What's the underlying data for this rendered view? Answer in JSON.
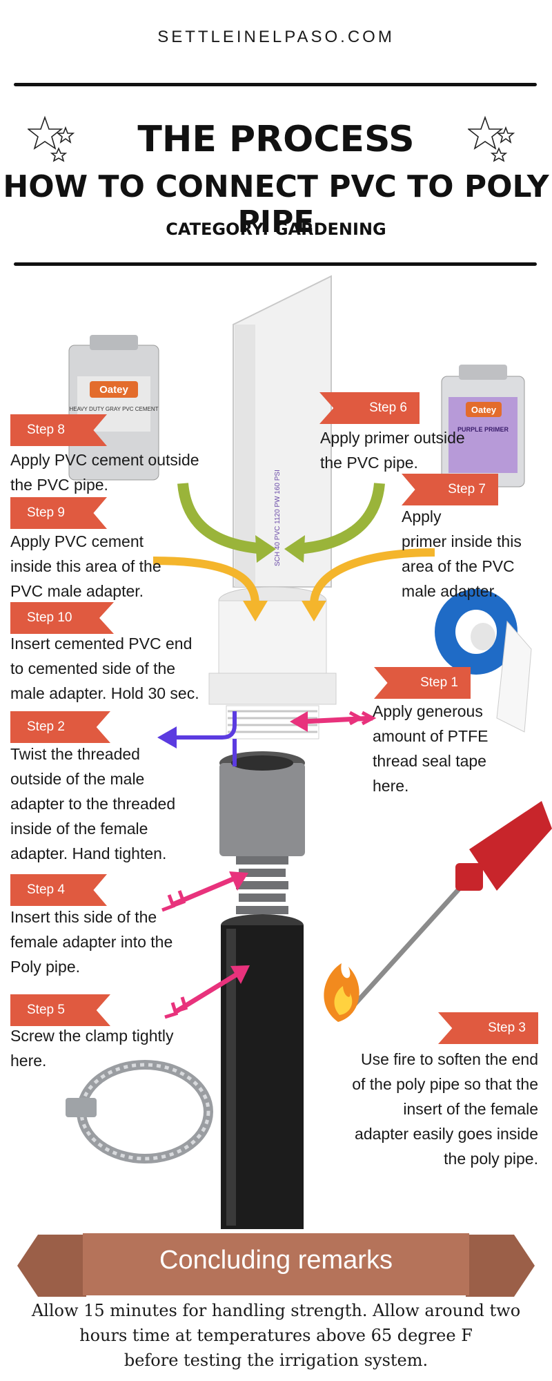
{
  "header": {
    "site": "SETTLEINELPASO.COM",
    "title_line1": "THE PROCESS",
    "title_line2": "HOW TO CONNECT PVC TO POLY PIPE",
    "category": "CATEGORY: GARDENING"
  },
  "products": {
    "cement_can_brand": "Oatey",
    "cement_can_label": "HEAVY DUTY GRAY PVC CEMENT",
    "primer_can_brand": "Oatey",
    "primer_can_label": "PURPLE PRIMER",
    "pipe_print": "SCH 40 PVC 1120 PW 160 PSI"
  },
  "steps": [
    {
      "label": "Step 8",
      "text": [
        "Apply PVC cement outside",
        "the PVC pipe."
      ]
    },
    {
      "label": "Step 6",
      "text": [
        "Apply primer outside",
        "the PVC pipe."
      ]
    },
    {
      "label": "Step 9",
      "text": [
        "Apply PVC cement",
        "inside this area of the",
        "PVC male adapter."
      ]
    },
    {
      "label": "Step 7",
      "text": [
        "Apply",
        "primer inside this",
        "area of the PVC",
        "male adapter."
      ]
    },
    {
      "label": "Step 10",
      "text": [
        "Insert cemented PVC end",
        "to cemented side of the",
        "male adapter. Hold 30 sec."
      ]
    },
    {
      "label": "Step 1",
      "text": [
        "Apply generous",
        "amount of PTFE",
        "thread seal tape",
        "here."
      ]
    },
    {
      "label": "Step 2",
      "text": [
        "Twist the threaded",
        "outside of the male",
        "adapter to the threaded",
        "inside of the female",
        "adapter. Hand tighten."
      ]
    },
    {
      "label": "Step 4",
      "text": [
        "Insert this side of the",
        "female adapter into the",
        "Poly pipe."
      ]
    },
    {
      "label": "Step 5",
      "text": [
        "Screw the clamp tightly",
        "here."
      ]
    },
    {
      "label": "Step 3",
      "text": [
        "Use fire to soften the end",
        "of the poly pipe so that the",
        "insert of the female",
        "adapter easily goes inside",
        "the poly pipe."
      ]
    }
  ],
  "conclusion": {
    "title": "Concluding remarks",
    "lines": [
      "Allow 15 minutes for handling strength. Allow around two",
      "hours time at temperatures above 65 degree F",
      "before  testing the irrigation system."
    ]
  },
  "colors": {
    "step_badge": "#e05a40",
    "banner": "#b5735a",
    "arrow_green": "#9ab43a",
    "arrow_yellow": "#f4b52c",
    "arrow_pink": "#e8327c",
    "arrow_purple": "#5b3be0"
  }
}
